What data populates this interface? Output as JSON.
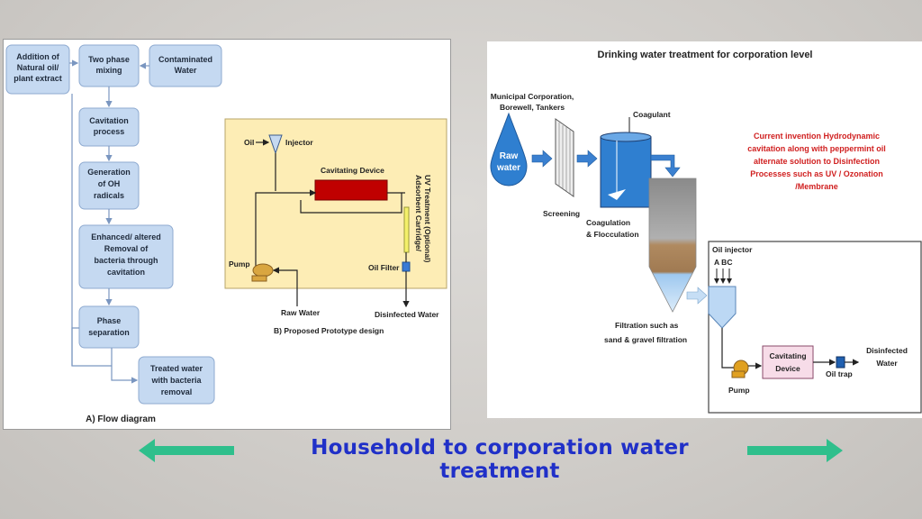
{
  "flow": {
    "addition": [
      "Addition of",
      "Natural oil/",
      "plant extract"
    ],
    "two_phase": [
      "Two phase",
      "mixing"
    ],
    "contaminated": [
      "Contaminated",
      "Water"
    ],
    "cavitation": [
      "Cavitation",
      "process"
    ],
    "generation": [
      "Generation",
      "of OH",
      "radicals"
    ],
    "enhanced": [
      "Enhanced/ altered",
      "Removal of",
      "bacteria through",
      "cavitation"
    ],
    "phase_sep": [
      "Phase",
      "separation"
    ],
    "treated": [
      "Treated water",
      "with bacteria",
      "removal"
    ],
    "caption": "A) Flow diagram"
  },
  "prototype": {
    "oil": "Oil",
    "injector": "Injector",
    "cavitating_device": "Cavitating Device",
    "adsorbent": "Adsorbent Cartridge/",
    "uv": "UV Treatment (Optional)",
    "oil_filter": "Oil Filter",
    "pump": "Pump",
    "raw_water": "Raw Water",
    "disinfected": "Disinfected Water",
    "caption": "B) Proposed Prototype design"
  },
  "corporation": {
    "title": "Drinking water treatment for corporation level",
    "source": [
      "Municipal Corporation,",
      "Borewell, Tankers"
    ],
    "raw_water": [
      "Raw",
      "water"
    ],
    "screening": "Screening",
    "coagulant": "Coagulant",
    "coagulation": [
      "Coagulation",
      "& Flocculation"
    ],
    "invention": [
      "Current invention Hydrodynamic",
      "cavitation along with peppermint oil",
      "alternate solution to Disinfection",
      "Processes such as UV / Ozonation",
      "/Membrane"
    ],
    "filtration": [
      "Filtration such as",
      "sand & gravel filtration"
    ],
    "oil_injector": "Oil injector",
    "abc": "A BC",
    "pump": "Pump",
    "cavitating_device": [
      "Cavitating",
      "Device"
    ],
    "oil_trap": "Oil trap",
    "disinfected": [
      "Disinfected",
      "Water"
    ]
  },
  "banner": {
    "text": "Household to corporation water treatment"
  },
  "colors": {
    "banner_text": "#2030c8",
    "arrow": "#2fbf8c",
    "invention_text": "#d02020",
    "device_red": "#c00000"
  }
}
